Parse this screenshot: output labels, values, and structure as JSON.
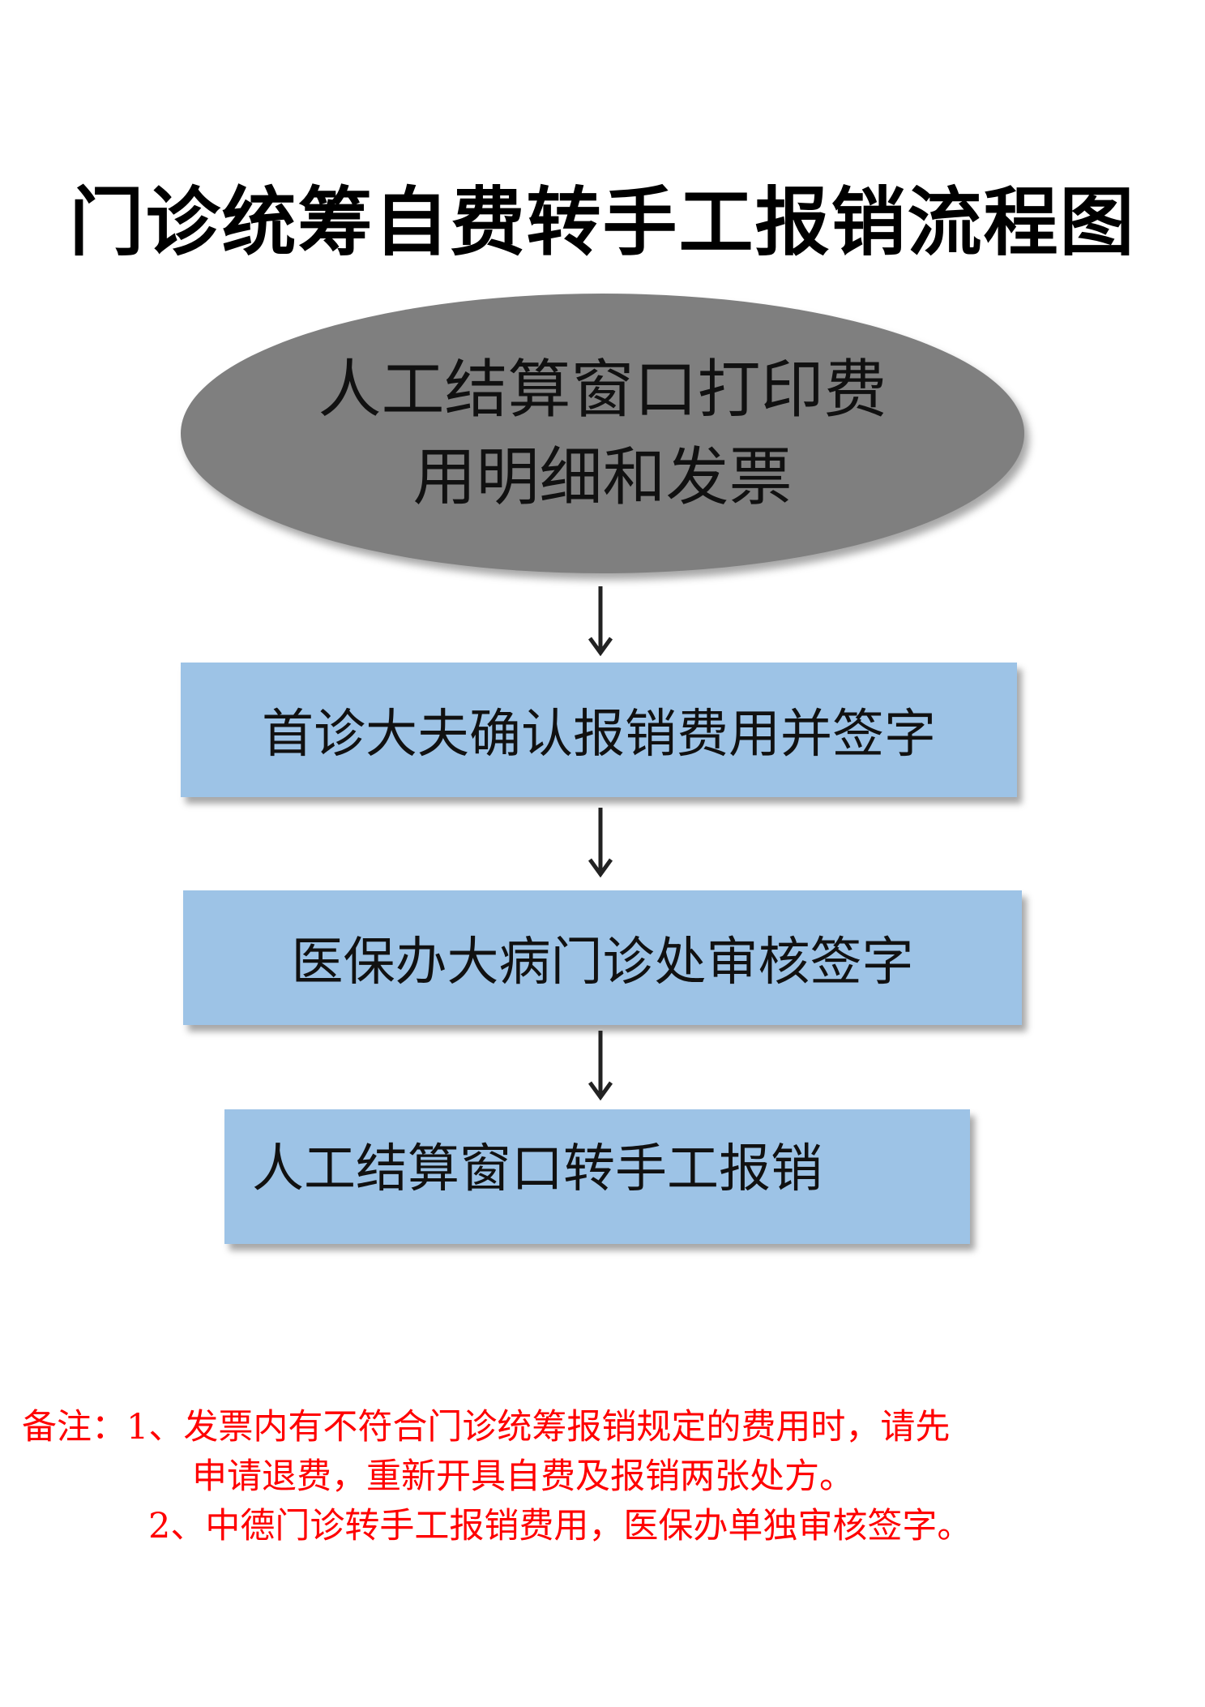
{
  "title": "门诊统筹自费转手工报销流程图",
  "flow": {
    "start": {
      "line1": "人工结算窗口打印费",
      "line2": "用明细和发票"
    },
    "step1": "首诊大夫确认报销费用并签字",
    "step2": "医保办大病门诊处审核签字",
    "step3": "人工结算窗口转手工报销"
  },
  "notes": {
    "line1": "备注：1、发票内有不符合门诊统筹报销规定的费用时，请先",
    "line2": "申请退费，重新开具自费及报销两张处方。",
    "line3": "2、中德门诊转手工报销费用，医保办单独审核签字。"
  }
}
